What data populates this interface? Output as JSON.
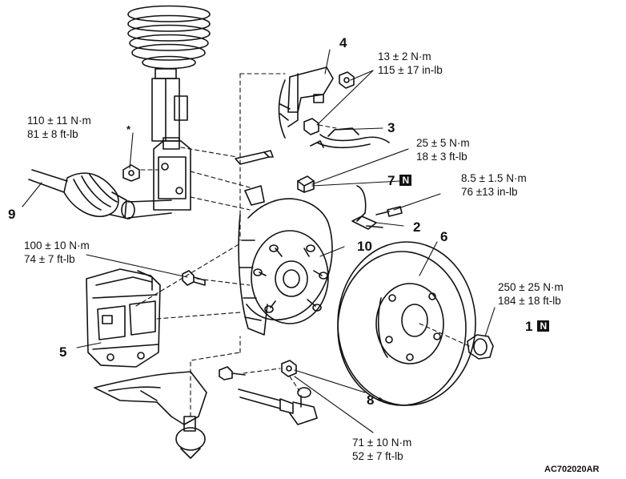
{
  "diagram": {
    "figure_code": "AC702020AR",
    "parts": [
      {
        "id": "p1",
        "number": "1",
        "new_part_mark": "N"
      },
      {
        "id": "p2",
        "number": "2"
      },
      {
        "id": "p3",
        "number": "3"
      },
      {
        "id": "p4",
        "number": "4"
      },
      {
        "id": "p5",
        "number": "5"
      },
      {
        "id": "p6",
        "number": "6"
      },
      {
        "id": "p7",
        "number": "7",
        "new_part_mark": "N"
      },
      {
        "id": "p8",
        "number": "8",
        "note_mark": "*"
      },
      {
        "id": "p9",
        "number": "9"
      },
      {
        "id": "p10",
        "number": "10"
      }
    ],
    "torque_specs": [
      {
        "id": "t_bracket",
        "metric": "13 ± 2 N·m",
        "imperial": "115 ± 17 in-lb"
      },
      {
        "id": "t_strut",
        "metric": "110 ± 11 N·m",
        "imperial": "81 ± 8 ft-lb",
        "note_mark": "*"
      },
      {
        "id": "t_bolt7",
        "metric": "25 ± 5 N·m",
        "imperial": "18 ± 3 ft-lb"
      },
      {
        "id": "t_sensor",
        "metric": "8.5 ± 1.5 N·m",
        "imperial": "76 ±13 in-lb"
      },
      {
        "id": "t_caliper",
        "metric": "100 ± 10 N·m",
        "imperial": "74 ± 7 ft-lb"
      },
      {
        "id": "t_hubnut",
        "metric": "250 ± 25 N·m",
        "imperial": "184 ± 18 ft-lb"
      },
      {
        "id": "t_balljoint",
        "metric": "71 ± 10 N·m",
        "imperial": "52 ± 7 ft-lb"
      }
    ]
  }
}
